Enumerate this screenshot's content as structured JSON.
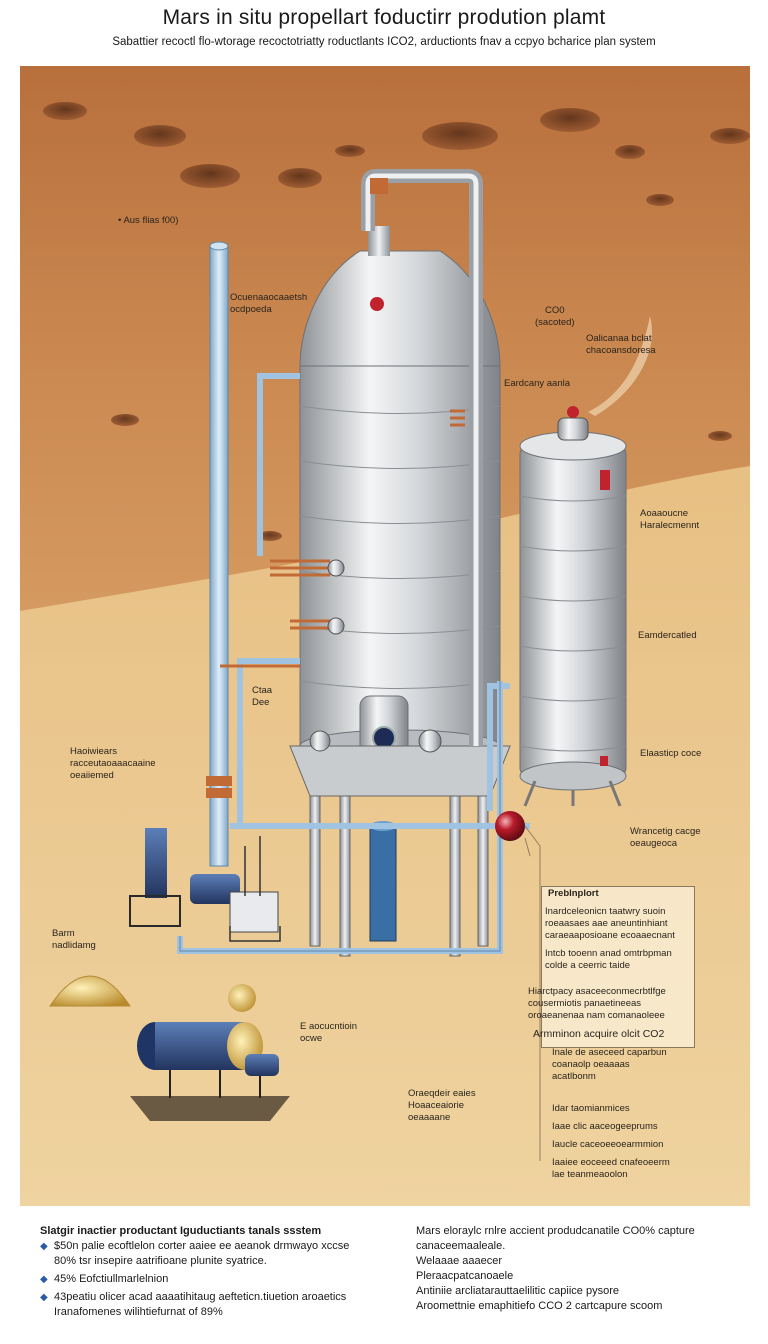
{
  "header": {
    "title": "Mars in situ propellart foductirr prodution plamt",
    "subtitle": "Sabattier recoctl flo-wtorage recoctotriatty roductlants ICO2, arductionts fnav a ccpyo bcharice plan system"
  },
  "labels": {
    "aux_filter": "• Aus flias f00)",
    "vent_line": "Ocuenaaocaaetsh\nocdpoeda",
    "co2_intake": "CO0\n(sacoted)",
    "co2_intake_sub": "Oalicanaa bclat\nchacoansdoresa",
    "condensor": "Eardcany aanla",
    "storage_upper": "Aoaaoucne\nHaralecmennt",
    "storage_mid": "Eamdercatled",
    "storage_low": "Elaasticp coce",
    "storage_base": "Wrancetig cacge\noeaugeoca",
    "pipe_tag": "Ctaa\nDee",
    "left_group": "Haoiwiears\nracceutaoaaacaaine\noeaiiemed",
    "burn_left": "Barm\nnadlidamg",
    "pump_label": "E aocucntioin\nocwe",
    "bottom_label": "Oraeqdeir eaies\nHoaaceaiorie\noeaaaane"
  },
  "callout": {
    "title": "Preblnplort",
    "line1": "Inardceleonicn taatwry suoin\nroeaasaes aae aneuntinhiant\ncaraeaaposioane ecoaaecnant",
    "line2": "Intcb tooenn anad omtrbpman\ncolde a ceerric taide",
    "line3": "Hiarctpacy asaceeconmecrbtlfge\ncousermiotis panaetineeas\noroaeanenaa nam comanaoleee",
    "line4": "Armminon acquire olcit CO2"
  },
  "side_notes": [
    "Inale de aseceed caparbun\ncoanaolp oeaaaas\nacatlbonm",
    "Idar taomianmices",
    "Iaae clic aaceogeeprums",
    "Iaucle caceoeeoearmmion",
    "Iaaiee eoceeed cnafeoeerm\nlae teanmeaoolon"
  ],
  "footer_left": {
    "heading": "Slatgir inactier productant Iguductiants tanals ssstem",
    "items": [
      "$50n palie ecoftlelon corter aaiee ee aeanok drmwayo xccse\n80% tsr insepire aatrifioane plunite syatrice.",
      "45% Eofctiullmarlelnion",
      "43peatiu olicer acad aaaatihitaug aefteticn.tiuetion aroaetics\nIranafomenes wilihtiefurnat of 89%"
    ]
  },
  "footer_right": {
    "lines": [
      "Mars eloraylc rnlre accient produdcanatile CO0% capture\ncanaceemaaleale.",
      "Welaaae aaaecer",
      "Pleraacpatcanoaele",
      "Antiniie arcliatarauttaelilitic capiice pysore",
      "Aroomettnie emaphitiefo CCO 2 cartcapure scoom"
    ]
  },
  "colors": {
    "mars_sky": "#c07a45",
    "mars_ground": "#e4bb7c",
    "tank_silver": "#d7d9dc",
    "pipe_blue": "#9fc3e0",
    "accent_red": "#c0222e",
    "copper": "#c26a36"
  }
}
